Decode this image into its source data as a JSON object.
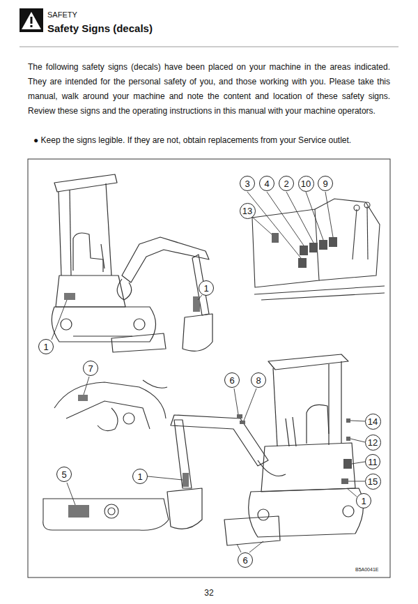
{
  "diagram": {
    "title": "Safety Signs (decals)",
    "nodes": [
      {
        "text": [
          "3"
        ]
      },
      {
        "text": [
          "4"
        ]
      },
      {
        "text": [
          "2"
        ]
      },
      {
        "text": [
          "10"
        ]
      },
      {
        "text": [
          "9"
        ]
      },
      {
        "text": [
          "13"
        ]
      },
      {
        "text": [
          "1"
        ]
      },
      {
        "text": [
          "1"
        ]
      },
      {
        "text": [
          "7"
        ]
      },
      {
        "text": [
          "6"
        ]
      },
      {
        "text": [
          "8"
        ]
      },
      {
        "text": [
          "14"
        ]
      },
      {
        "text": [
          "12"
        ]
      },
      {
        "text": [
          "11"
        ]
      },
      {
        "text": [
          "15"
        ]
      },
      {
        "text": [
          "5"
        ]
      },
      {
        "text": [
          "1"
        ]
      },
      {
        "text": [
          "1"
        ]
      },
      {
        "text": [
          "6"
        ]
      }
    ],
    "labels": [
      "SAFETY",
      "The following safety signs (decals) have been placed on your machine in the areas indicated. They are intended for the personal safety of you, and those working with you. Please take this manual, walk around your machine and note the content and location of these safety signs. Review these signs and the operating instructions in this manual with your machine operators.",
      "● Keep the signs legible. If they are not, obtain replacements from your Service outlet.",
      "B5A0041E",
      "32"
    ]
  }
}
